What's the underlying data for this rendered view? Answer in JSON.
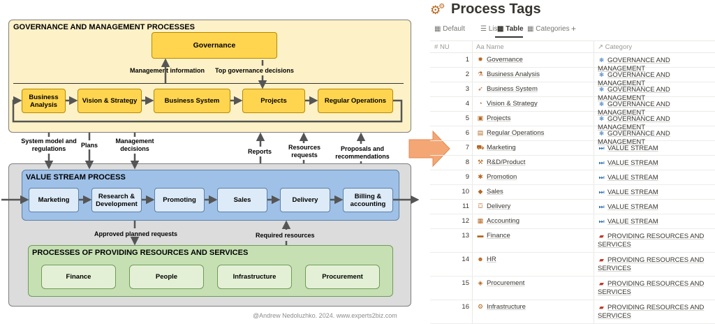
{
  "diagram": {
    "governance_section": {
      "title": "GOVERNANCE AND MANAGEMENT PROCESSES",
      "governance_box": "Governance",
      "flow_labels": {
        "management_information": "Management information",
        "top_decisions": "Top governance decisions"
      },
      "process_boxes": [
        "Business Analysis",
        "Vision & Strategy",
        "Business System",
        "Projects",
        "Regular Operations"
      ]
    },
    "interface_labels": {
      "system_model": "System model and regulations",
      "plans": "Plans",
      "management_decisions": "Management decisions",
      "reports": "Reports",
      "resources_requests": "Resources requests",
      "proposals": "Proposals and recommendations"
    },
    "value_stream_section": {
      "title": "VALUE STREAM PROCESS",
      "process_boxes": [
        "Marketing",
        "Research & Development",
        "Promoting",
        "Sales",
        "Delivery",
        "Billing & accounting"
      ],
      "flow_labels": {
        "approved_requests": "Approved planned requests",
        "required_resources": "Required resources"
      }
    },
    "resources_section": {
      "title": "PROCESSES OF PROVIDING RESOURCES AND SERVICES",
      "process_boxes": [
        "Finance",
        "People",
        "Infrastructure",
        "Procurement"
      ]
    },
    "credit": "@Andrew Nedoluzhko. 2024. www.experts2biz.com",
    "colors": {
      "governance_bg": "#fdf1c7",
      "governance_box": "#ffd54f",
      "value_stream_outer": "#dcdcdc",
      "value_stream_inner": "#9fc1e8",
      "resources_bg": "#c6e0b4",
      "arrow": "#555555",
      "big_arrow": "#f4a774"
    }
  },
  "database": {
    "title": "Process Tags",
    "title_icon": "gears-icon",
    "tabs": [
      {
        "label": "Default",
        "icon": "table-icon"
      },
      {
        "label": "List",
        "icon": "list-icon"
      },
      {
        "label": "Table",
        "icon": "table-icon",
        "active": true
      },
      {
        "label": "Categories",
        "icon": "table-icon"
      },
      {
        "label": "+",
        "icon": "plus-icon"
      }
    ],
    "columns": {
      "nu": "NU",
      "name": "Name",
      "category": "Category"
    },
    "rows": [
      {
        "nu": "1",
        "name": "Governance",
        "icon": "✹",
        "category": "GOVERNANCE AND MANAGEMENT",
        "cat_icon": "❄"
      },
      {
        "nu": "2",
        "name": "Business Analysis",
        "icon": "⚗",
        "category": "GOVERNANCE AND MANAGEMENT",
        "cat_icon": "❄"
      },
      {
        "nu": "3",
        "name": "Business System",
        "icon": "➶",
        "category": "GOVERNANCE AND MANAGEMENT",
        "cat_icon": "❄"
      },
      {
        "nu": "4",
        "name": "Vision & Strategy",
        "icon": "◔",
        "category": "GOVERNANCE AND MANAGEMENT",
        "cat_icon": "❄"
      },
      {
        "nu": "5",
        "name": "Projects",
        "icon": "▣",
        "category": "GOVERNANCE AND MANAGEMENT",
        "cat_icon": "❄"
      },
      {
        "nu": "6",
        "name": "Regular Operations",
        "icon": "▤",
        "category": "GOVERNANCE AND MANAGEMENT",
        "cat_icon": "❄"
      },
      {
        "nu": "7",
        "name": "Marketing",
        "icon": "⛟",
        "category": "VALUE STREAM",
        "cat_icon": "⏭"
      },
      {
        "nu": "8",
        "name": "R&D/Product",
        "icon": "⚒",
        "category": "VALUE STREAM",
        "cat_icon": "⏭"
      },
      {
        "nu": "9",
        "name": "Promotion",
        "icon": "✱",
        "category": "VALUE STREAM",
        "cat_icon": "⏭"
      },
      {
        "nu": "10",
        "name": "Sales",
        "icon": "◆",
        "category": "VALUE STREAM",
        "cat_icon": "⏭"
      },
      {
        "nu": "11",
        "name": "Delivery",
        "icon": "⛋",
        "category": "VALUE STREAM",
        "cat_icon": "⏭"
      },
      {
        "nu": "12",
        "name": "Accounting",
        "icon": "▦",
        "category": "VALUE STREAM",
        "cat_icon": "⏭"
      },
      {
        "nu": "13",
        "name": "Finance",
        "icon": "▬",
        "category": "PROVIDING RESOURCES AND SERVICES",
        "cat_icon": "▰"
      },
      {
        "nu": "14",
        "name": "HR",
        "icon": "☻",
        "category": "PROVIDING RESOURCES AND SERVICES",
        "cat_icon": "▰"
      },
      {
        "nu": "15",
        "name": "Procurement",
        "icon": "◈",
        "category": "PROVIDING RESOURCES AND SERVICES",
        "cat_icon": "▰"
      },
      {
        "nu": "16",
        "name": "Infrastructure",
        "icon": "⚙",
        "category": "PROVIDING RESOURCES AND SERVICES",
        "cat_icon": "▰"
      }
    ]
  }
}
